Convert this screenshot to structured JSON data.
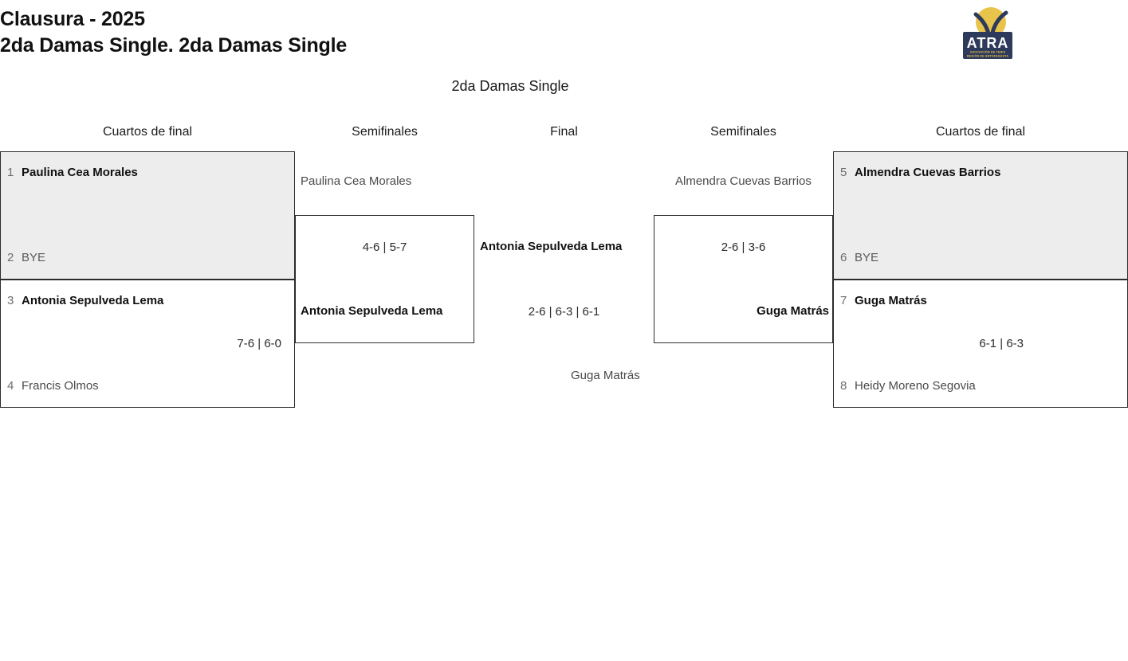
{
  "header": {
    "title_line1": "Clausura - 2025",
    "title_line2": "2da Damas Single. 2da Damas Single"
  },
  "logo": {
    "name": "ATRA",
    "subtitle_line1": "ASOCIACIÓN DE TENIS",
    "subtitle_line2": "REGIÓN DE ANTOFAGASTA",
    "colors": {
      "navy": "#2e3a5c",
      "ball": "#e8c44a"
    }
  },
  "event": {
    "subtitle": "2da Damas Single"
  },
  "rounds": {
    "qf_left": "Cuartos de final",
    "sf_left": "Semifinales",
    "final": "Final",
    "sf_right": "Semifinales",
    "qf_right": "Cuartos de final"
  },
  "bracket": {
    "quarterfinals_left": [
      {
        "shaded": true,
        "top": {
          "seed": "1",
          "name": "Paulina Cea Morales",
          "result": "winner"
        },
        "bottom": {
          "seed": "2",
          "name": "BYE",
          "result": "bye"
        },
        "score": ""
      },
      {
        "shaded": false,
        "top": {
          "seed": "3",
          "name": "Antonia Sepulveda Lema",
          "result": "winner"
        },
        "bottom": {
          "seed": "4",
          "name": "Francis Olmos",
          "result": "loser"
        },
        "score": "7-6 | 6-0"
      }
    ],
    "semifinal_left": {
      "top": {
        "name": "Paulina Cea Morales",
        "result": "loser"
      },
      "bottom": {
        "name": "Antonia Sepulveda Lema",
        "result": "winner"
      },
      "score": "4-6 | 5-7"
    },
    "final": {
      "top": {
        "name": "Antonia Sepulveda Lema",
        "result": "winner"
      },
      "bottom": {
        "name": "Guga Matrás",
        "result": "loser"
      },
      "score": "2-6 | 6-3 | 6-1"
    },
    "semifinal_right": {
      "top": {
        "name": "Almendra Cuevas Barrios",
        "result": "loser"
      },
      "bottom": {
        "name": "Guga Matrás",
        "result": "winner"
      },
      "score": "2-6 | 3-6"
    },
    "quarterfinals_right": [
      {
        "shaded": true,
        "top": {
          "seed": "5",
          "name": "Almendra Cuevas Barrios",
          "result": "winner"
        },
        "bottom": {
          "seed": "6",
          "name": "BYE",
          "result": "bye"
        },
        "score": ""
      },
      {
        "shaded": false,
        "top": {
          "seed": "7",
          "name": "Guga Matrás",
          "result": "winner"
        },
        "bottom": {
          "seed": "8",
          "name": "Heidy Moreno Segovia",
          "result": "loser"
        },
        "score": "6-1 | 6-3"
      }
    ]
  }
}
